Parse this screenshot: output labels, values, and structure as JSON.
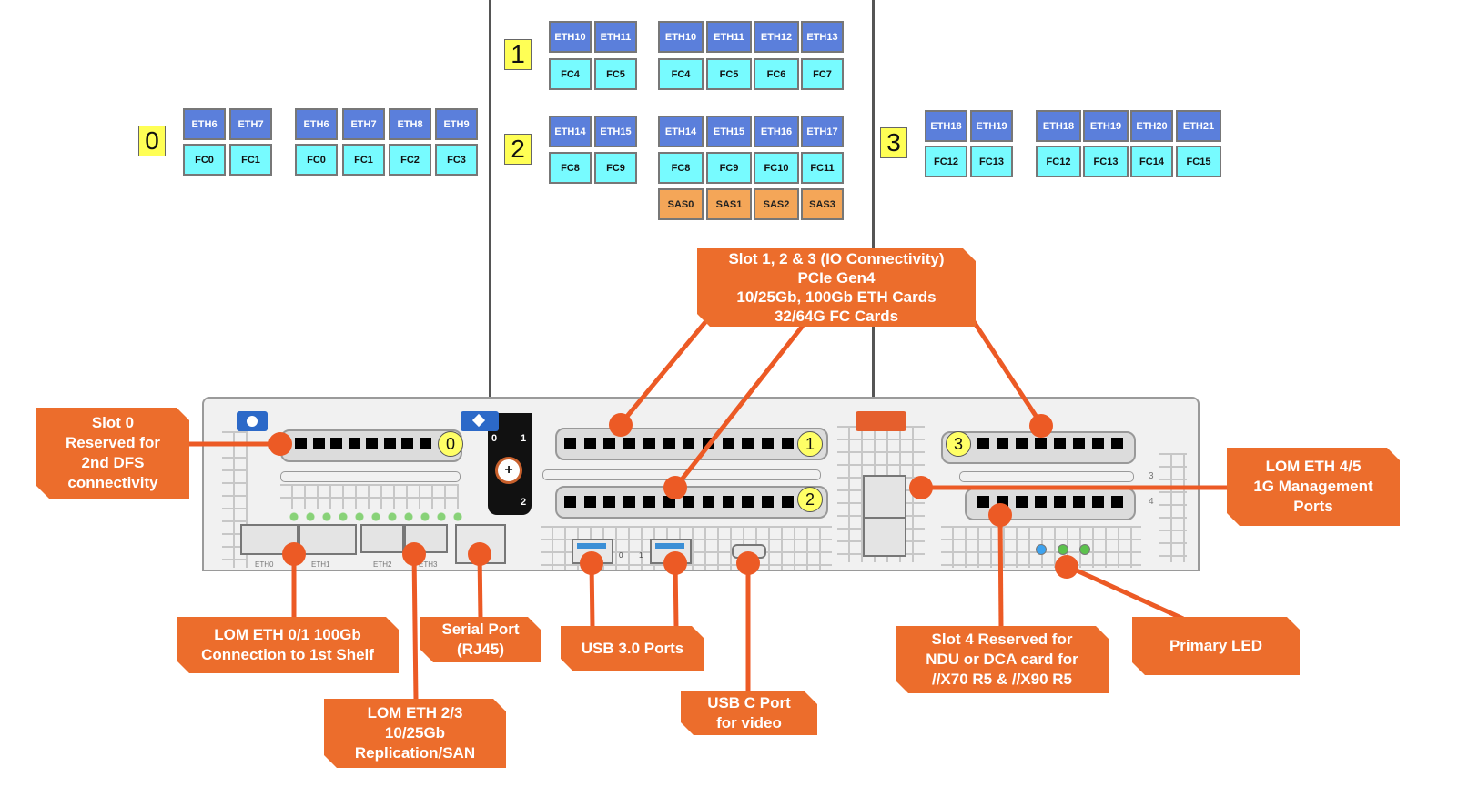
{
  "colors": {
    "eth": "#5b7fdb",
    "fc": "#77fbff",
    "sas": "#f4a658",
    "slot_badge": "#ffff55",
    "callout": "#ec6d2c",
    "leader": "#ec5a25"
  },
  "slot_configs": [
    {
      "slot": "0",
      "two_port": {
        "eth": [
          "ETH6",
          "ETH7"
        ],
        "fc": [
          "FC0",
          "FC1"
        ]
      },
      "four_port": {
        "eth": [
          "ETH6",
          "ETH7",
          "ETH8",
          "ETH9"
        ],
        "fc": [
          "FC0",
          "FC1",
          "FC2",
          "FC3"
        ]
      }
    },
    {
      "slot": "1",
      "two_port": {
        "eth": [
          "ETH10",
          "ETH11"
        ],
        "fc": [
          "FC4",
          "FC5"
        ]
      },
      "four_port": {
        "eth": [
          "ETH10",
          "ETH11",
          "ETH12",
          "ETH13"
        ],
        "fc": [
          "FC4",
          "FC5",
          "FC6",
          "FC7"
        ]
      }
    },
    {
      "slot": "2",
      "two_port": {
        "eth": [
          "ETH14",
          "ETH15"
        ],
        "fc": [
          "FC8",
          "FC9"
        ]
      },
      "four_port": {
        "eth": [
          "ETH14",
          "ETH15",
          "ETH16",
          "ETH17"
        ],
        "fc": [
          "FC8",
          "FC9",
          "FC10",
          "FC11"
        ],
        "sas": [
          "SAS0",
          "SAS1",
          "SAS2",
          "SAS3"
        ]
      }
    },
    {
      "slot": "3",
      "two_port": {
        "eth": [
          "ETH18",
          "ETH19"
        ],
        "fc": [
          "FC12",
          "FC13"
        ]
      },
      "four_port": {
        "eth": [
          "ETH18",
          "ETH19",
          "ETH20",
          "ETH21"
        ],
        "fc": [
          "FC12",
          "FC13",
          "FC14",
          "FC15"
        ]
      }
    }
  ],
  "chassis": {
    "slot_badges": [
      "0",
      "1",
      "2",
      "3"
    ],
    "riser_labels": [
      "0",
      "1",
      "2"
    ],
    "lom_labels": [
      "ETH0",
      "ETH1",
      "ETH2",
      "ETH3"
    ],
    "usb_labels": [
      "0",
      "1"
    ],
    "side_labels": [
      "3",
      "4"
    ]
  },
  "callouts": {
    "slot123": [
      "Slot 1, 2 & 3 (IO Connectivity)",
      "PCIe Gen4",
      "10/25Gb, 100Gb ETH Cards",
      "32/64G FC Cards"
    ],
    "slot0": [
      "Slot 0",
      "Reserved for",
      "2nd DFS",
      "connectivity"
    ],
    "lom45": [
      "LOM ETH 4/5",
      "1G Management",
      "Ports"
    ],
    "lom01": [
      "LOM ETH 0/1 100Gb",
      "Connection to 1st Shelf"
    ],
    "serial": [
      "Serial Port",
      "(RJ45)"
    ],
    "lom23": [
      "LOM ETH 2/3",
      "10/25Gb",
      "Replication/SAN"
    ],
    "usb3": [
      "USB 3.0 Ports"
    ],
    "usbc": [
      "USB C Port",
      "for video"
    ],
    "slot4": [
      "Slot 4 Reserved for",
      "NDU or DCA card for",
      "//X70 R5 & //X90 R5"
    ],
    "led": [
      "Primary LED"
    ]
  }
}
